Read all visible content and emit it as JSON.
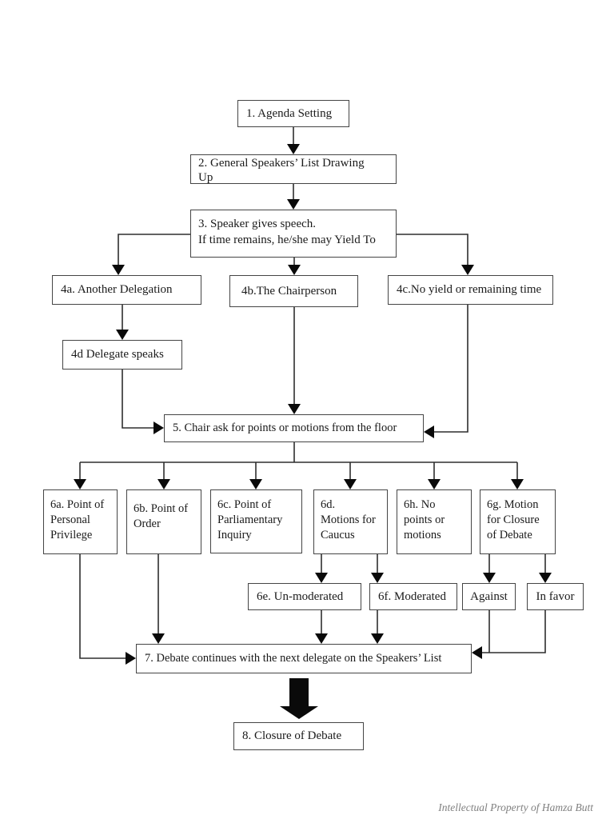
{
  "flowchart": {
    "nodes": {
      "n1": {
        "label": "1. Agenda Setting"
      },
      "n2": {
        "label": "2. General Speakers’ List Drawing\nUp"
      },
      "n3": {
        "label": "3. Speaker gives speech.\nIf time remains, he/she may Yield To"
      },
      "n4a": {
        "label": "4a. Another Delegation"
      },
      "n4b": {
        "label": "4b.The Chairperson"
      },
      "n4c": {
        "label": "4c.No yield or remaining time"
      },
      "n4d": {
        "label": "4d Delegate speaks"
      },
      "n5": {
        "label": "5. Chair ask for points or motions from the floor"
      },
      "n6a": {
        "label": "6a. Point of\nPersonal\nPrivilege"
      },
      "n6b": {
        "label": "6b. Point of\nOrder"
      },
      "n6c": {
        "label": "6c. Point of\nParliamentary\nInquiry"
      },
      "n6d": {
        "label": "6d.\nMotions for\nCaucus"
      },
      "n6h": {
        "label": "6h. No\npoints or\nmotions"
      },
      "n6g": {
        "label": "6g. Motion\nfor Closure\nof Debate"
      },
      "n6e": {
        "label": "6e. Un-moderated"
      },
      "n6f": {
        "label": "6f. Moderated"
      },
      "nAgainst": {
        "label": "Against"
      },
      "nInFavor": {
        "label": "In favor"
      },
      "n7": {
        "label": "7. Debate continues with the next delegate on the Speakers’ List"
      },
      "n8": {
        "label": "8. Closure of Debate"
      }
    },
    "edges": [
      {
        "from": "n1",
        "to": "n2"
      },
      {
        "from": "n2",
        "to": "n3"
      },
      {
        "from": "n3",
        "to": "n4a"
      },
      {
        "from": "n3",
        "to": "n4b"
      },
      {
        "from": "n3",
        "to": "n4c"
      },
      {
        "from": "n4a",
        "to": "n4d"
      },
      {
        "from": "n4d",
        "to": "n5"
      },
      {
        "from": "n4b",
        "to": "n5"
      },
      {
        "from": "n4c",
        "to": "n5"
      },
      {
        "from": "n5",
        "to": "n6a"
      },
      {
        "from": "n5",
        "to": "n6b"
      },
      {
        "from": "n5",
        "to": "n6c"
      },
      {
        "from": "n5",
        "to": "n6d"
      },
      {
        "from": "n5",
        "to": "n6h"
      },
      {
        "from": "n5",
        "to": "n6g"
      },
      {
        "from": "n6d",
        "to": "n6e"
      },
      {
        "from": "n6d",
        "to": "n6f"
      },
      {
        "from": "n6g",
        "to": "nAgainst"
      },
      {
        "from": "n6g",
        "to": "nInFavor"
      },
      {
        "from": "n6a",
        "to": "n7"
      },
      {
        "from": "n6b",
        "to": "n7"
      },
      {
        "from": "n6e",
        "to": "n7"
      },
      {
        "from": "n6f",
        "to": "n7"
      },
      {
        "from": "nAgainst",
        "to": "n7"
      },
      {
        "from": "nInFavor",
        "to": "n7"
      },
      {
        "from": "n7",
        "to": "n8"
      }
    ],
    "colors": {
      "box_border": "#454545",
      "connector_line": "#2e2e2e",
      "arrowhead": "#0a0a0a",
      "text": "#1a1a1a",
      "credit_text": "#808080",
      "background": "#ffffff"
    }
  },
  "footer": {
    "credit": "Intellectual Property of Hamza Butt"
  }
}
